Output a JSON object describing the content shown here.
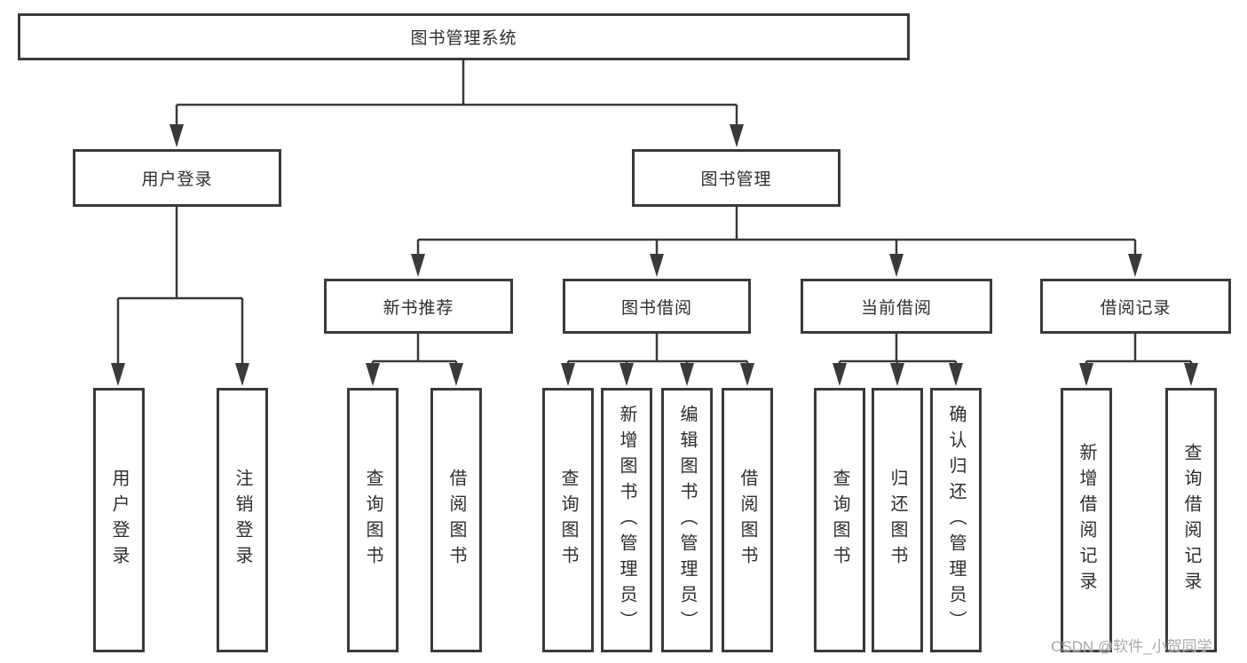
{
  "diagram": {
    "type": "hierarchy-tree",
    "root": {
      "label": "图书管理系统"
    },
    "level2": {
      "user_login": {
        "label": "用户登录"
      },
      "book_management": {
        "label": "图书管理"
      }
    },
    "level3": {
      "new_book_recommend": {
        "label": "新书推荐"
      },
      "book_borrow": {
        "label": "图书借阅"
      },
      "current_borrow": {
        "label": "当前借阅"
      },
      "borrow_records": {
        "label": "借阅记录"
      }
    },
    "leaves": {
      "user_login": {
        "label": "用户登录"
      },
      "logout": {
        "label": "注销登录"
      },
      "nb_query": {
        "label": "查询图书"
      },
      "nb_borrow": {
        "label": "借阅图书"
      },
      "bb_query": {
        "label": "查询图书"
      },
      "bb_add": {
        "label": "新增图书（管理员）"
      },
      "bb_edit": {
        "label": "编辑图书（管理员）"
      },
      "bb_borrow": {
        "label": "借阅图书"
      },
      "cb_query": {
        "label": "查询图书"
      },
      "cb_return": {
        "label": "归还图书"
      },
      "cb_confirm": {
        "label": "确认归还（管理员）"
      },
      "br_add": {
        "label": "新增借阅记录"
      },
      "br_query": {
        "label": "查询借阅记录"
      }
    }
  },
  "watermark": {
    "text": "CSDN @软件_小贺同学"
  },
  "colors": {
    "line": "#3a3a3a",
    "box_border": "#3a3a3a",
    "box_fill": "#ffffff",
    "text": "#2e2e2e",
    "watermark": "#a9a9a9",
    "background": "#ffffff"
  }
}
